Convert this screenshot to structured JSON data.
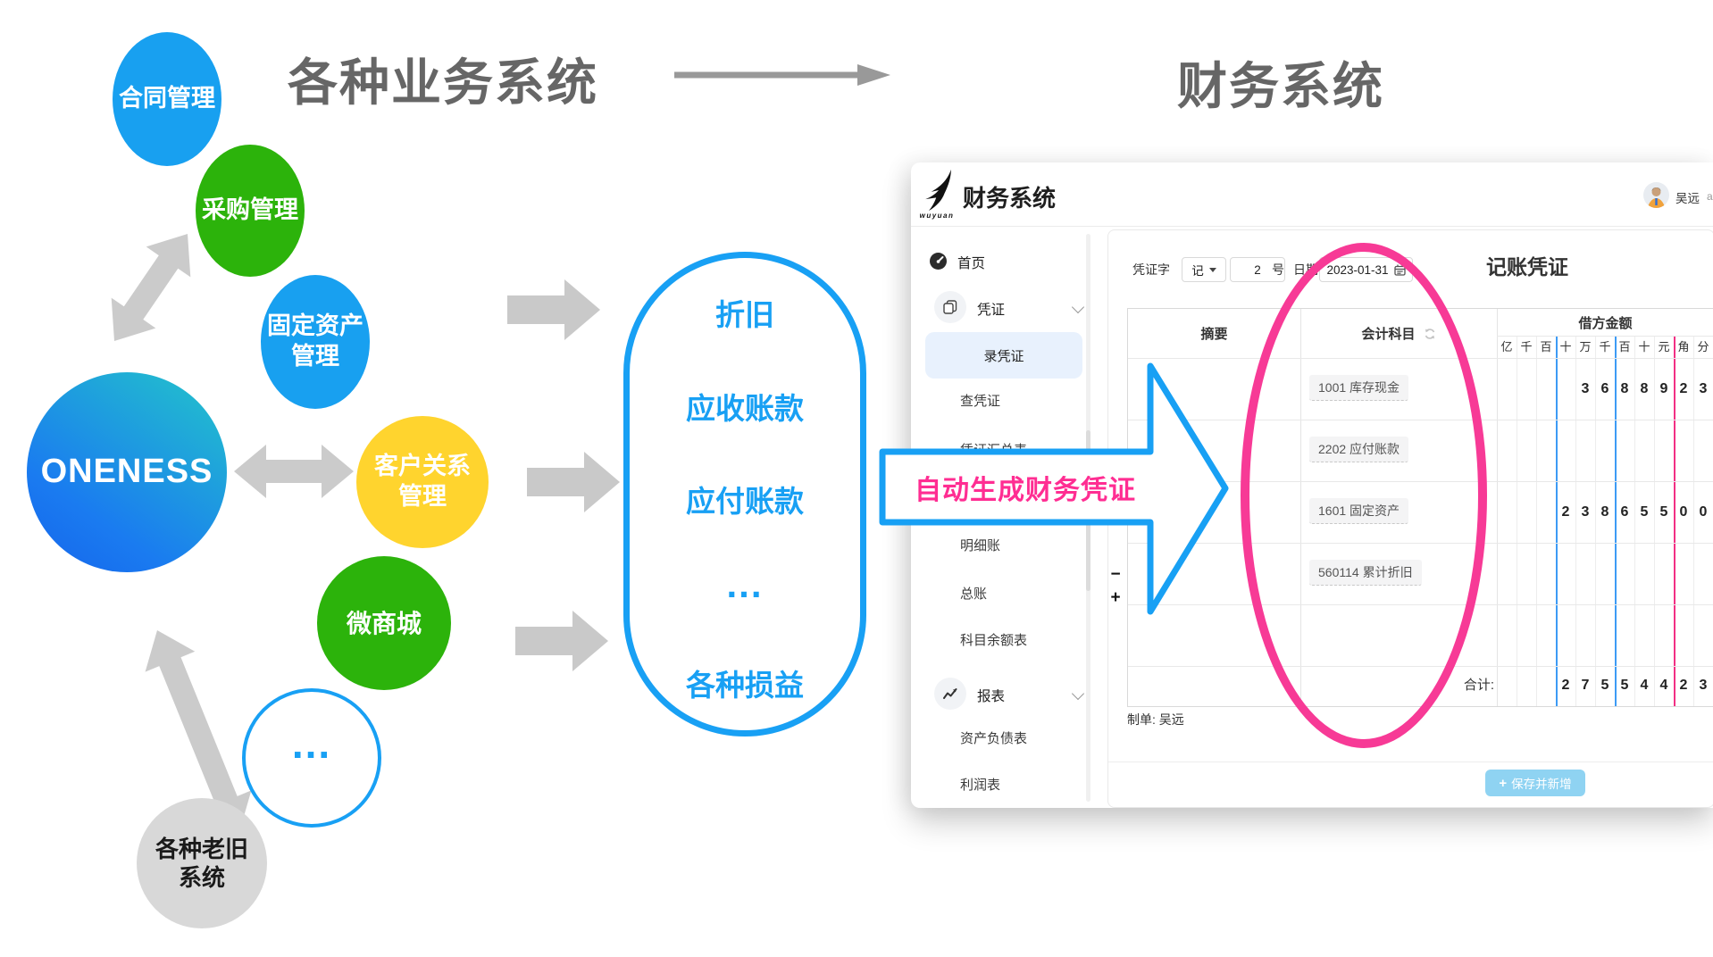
{
  "titles": {
    "business": "各种业务系统",
    "finance": "财务系统"
  },
  "diagram": {
    "oneness": "ONENESS",
    "circles": [
      {
        "label": "合同管理",
        "color": "#18A0F0"
      },
      {
        "label": "采购管理",
        "color": "#2CB30B"
      },
      {
        "label": "固定资产\n管理",
        "color": "#18A0F0"
      },
      {
        "label": "客户关系\n管理",
        "color": "#FFD42E"
      },
      {
        "label": "微商城",
        "color": "#2CB30B"
      },
      {
        "label": "...",
        "color": "#FFFFFF"
      },
      {
        "label": "各种老旧\n系统",
        "color": "#D8D8D8"
      }
    ],
    "flow_items": [
      "折旧",
      "应收账款",
      "应付账款",
      "...",
      "各种损益"
    ],
    "banner_label": "自动生成财务凭证",
    "accent_blue": "#18A0F4",
    "accent_pink": "#FF2D92"
  },
  "app": {
    "logo_text": "wuyuan",
    "title": "财务系统",
    "user_name": "吴远",
    "user_suffix": "a",
    "sidebar": {
      "home": "首页",
      "voucher_group": "凭证",
      "item_new_voucher": "录凭证",
      "item_search_voucher": "查凭证",
      "item_voucher_summary": "凭证汇总表",
      "item_detail_ledger": "明细账",
      "item_general_ledger": "总账",
      "item_balance_sheet_accounts": "科目余额表",
      "report_group": "报表",
      "item_balance_sheet": "资产负债表",
      "item_income_statement": "利润表"
    },
    "toolbar": {
      "word_label": "凭证字",
      "word_value": "记",
      "number_value": "2",
      "number_suffix": "号",
      "date_label": "日期",
      "date_value": "2023-01-31",
      "page_title": "记账凭证"
    },
    "table": {
      "col_summary": "摘要",
      "col_account": "会计科目",
      "col_debit": "借方金额",
      "digit_headers": [
        "亿",
        "千",
        "百",
        "十",
        "万",
        "千",
        "百",
        "十",
        "元",
        "角",
        "分"
      ],
      "rows": [
        {
          "account": "1001 库存现金",
          "digits": [
            "",
            "",
            "",
            "",
            "3",
            "6",
            "8",
            "8",
            "9",
            "2",
            "3"
          ]
        },
        {
          "account": "2202 应付账款",
          "digits": [
            "",
            "",
            "",
            "",
            "",
            "",
            "",
            "",
            "",
            "",
            ""
          ]
        },
        {
          "account": "1601 固定资产",
          "digits": [
            "",
            "",
            "",
            "2",
            "3",
            "8",
            "6",
            "5",
            "5",
            "0",
            "0"
          ]
        },
        {
          "account": "560114 累计折旧",
          "digits": [
            "",
            "",
            "",
            "",
            "",
            "",
            "",
            "",
            "",
            "",
            ""
          ]
        },
        {
          "account": "",
          "digits": [
            "",
            "",
            "",
            "",
            "",
            "",
            "",
            "",
            "",
            "",
            ""
          ]
        }
      ],
      "total_label": "合计:",
      "total_digits": [
        "",
        "",
        "",
        "2",
        "7",
        "5",
        "5",
        "4",
        "4",
        "2",
        "3"
      ],
      "row_remove": "−",
      "row_add": "+"
    },
    "preparer": "制单: 吴远",
    "save_plus": "+",
    "save_label": "保存并新增"
  }
}
